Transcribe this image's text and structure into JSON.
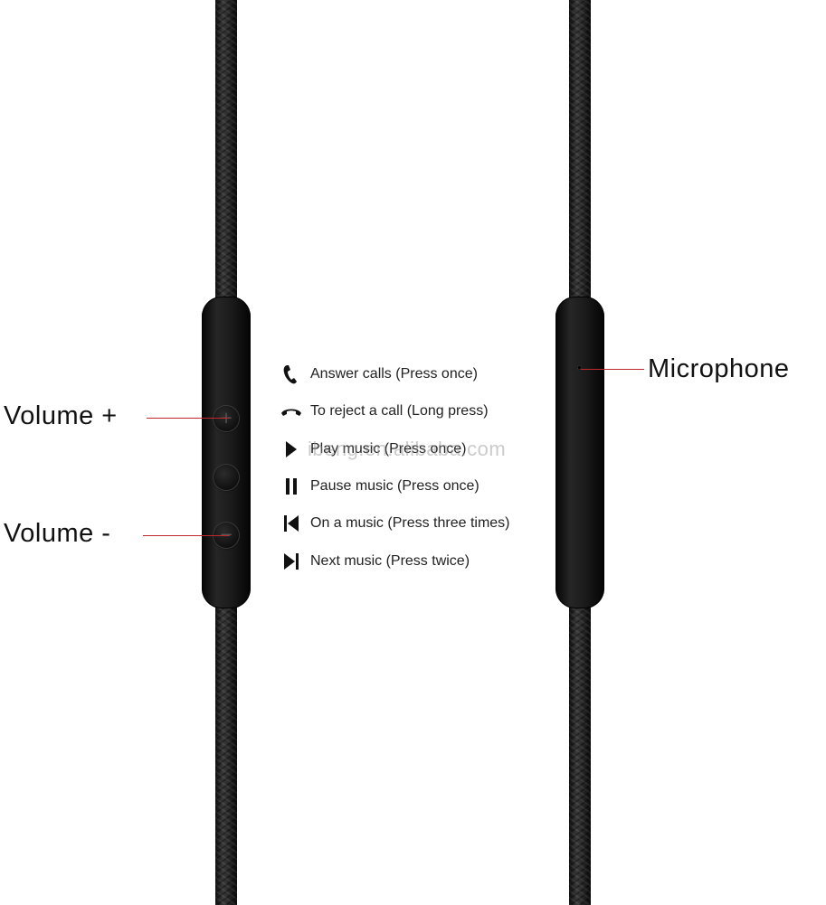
{
  "labels": {
    "volume_up": "Volume +",
    "volume_down": "Volume -",
    "microphone": "Microphone"
  },
  "remote_buttons": {
    "plus_symbol": "+",
    "minus_symbol": "−"
  },
  "instructions": [
    {
      "icon": "phone-answer-icon",
      "text": "Answer calls (Press once)"
    },
    {
      "icon": "phone-hangup-icon",
      "text": "To reject a call (Long press)"
    },
    {
      "icon": "play-icon",
      "text": "Play music (Press once)"
    },
    {
      "icon": "pause-icon",
      "text": "Pause music (Press once)"
    },
    {
      "icon": "previous-track-icon",
      "text": "On a music (Press three times)"
    },
    {
      "icon": "next-track-icon",
      "text": "Next music (Press twice)"
    }
  ],
  "watermark": "ibeng.en.alibaba.com",
  "colors": {
    "leader_line": "#c0282e",
    "cable": "#1e1e1e",
    "background": "#ffffff"
  }
}
